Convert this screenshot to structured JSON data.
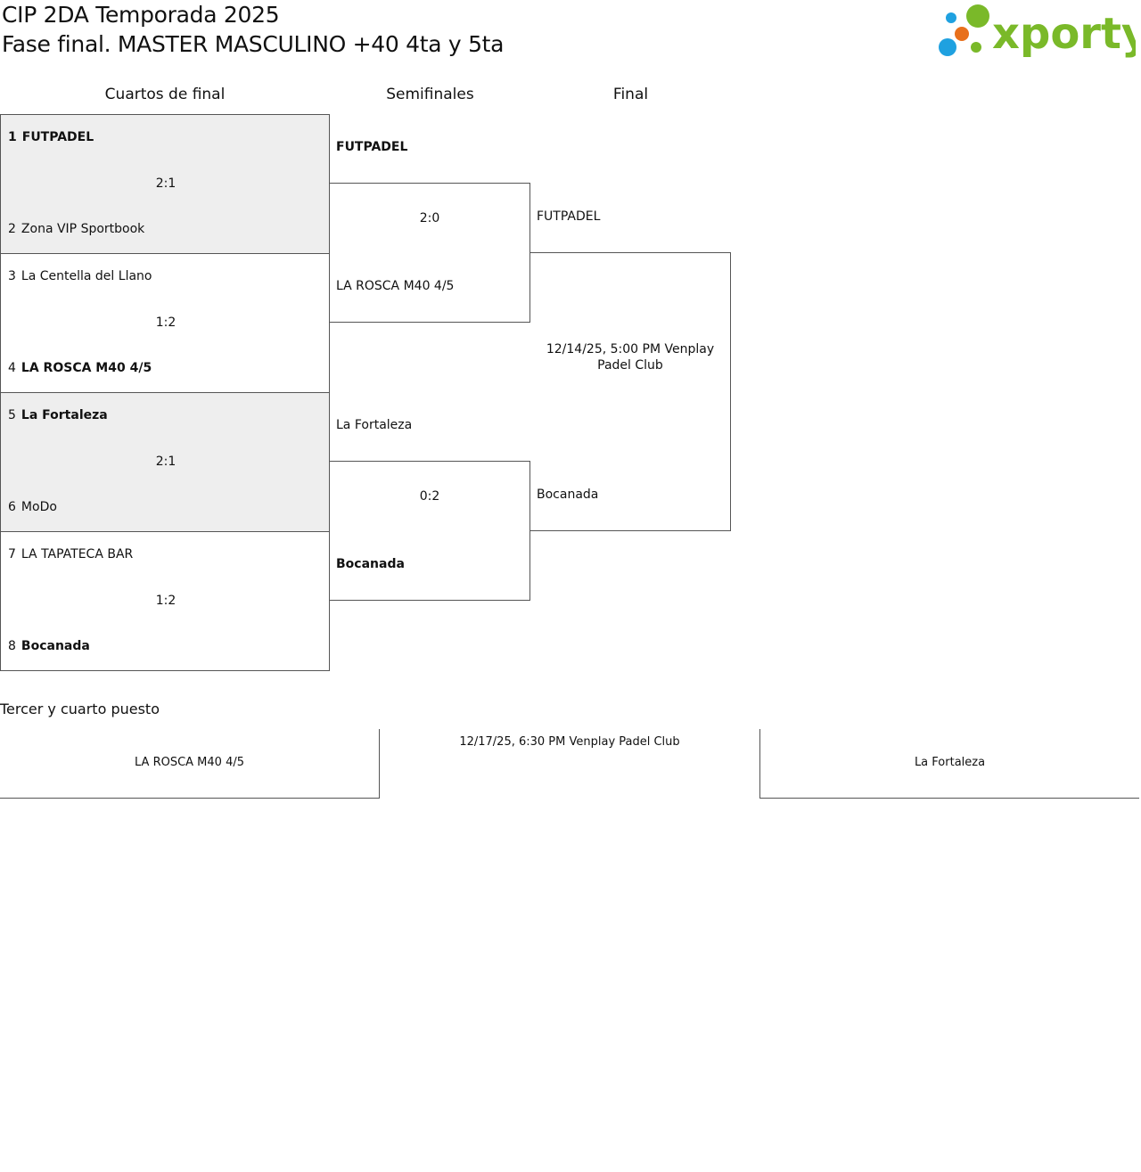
{
  "header": {
    "title_line1": "CIP 2DA Temporada 2025",
    "title_line2": "Fase final. MASTER MASCULINO +40 4ta y 5ta"
  },
  "logo": {
    "text": "xporty",
    "colors": {
      "green": "#7ab929",
      "orange": "#e8701c",
      "blue": "#1fa1e0"
    }
  },
  "rounds": {
    "quarterfinals": "Cuartos de final",
    "semifinals": "Semifinales",
    "final": "Final"
  },
  "quarterfinals": [
    {
      "team1": {
        "seed": "1",
        "name": "FUTPADEL",
        "winner": true
      },
      "team2": {
        "seed": "2",
        "name": "Zona VIP Sportbook",
        "winner": false
      },
      "score": "2:1",
      "shaded": true
    },
    {
      "team1": {
        "seed": "3",
        "name": "La Centella del Llano",
        "winner": false
      },
      "team2": {
        "seed": "4",
        "name": "LA ROSCA M40 4/5",
        "winner": true
      },
      "score": "1:2",
      "shaded": false
    },
    {
      "team1": {
        "seed": "5",
        "name": "La Fortaleza",
        "winner": true
      },
      "team2": {
        "seed": "6",
        "name": "MoDo",
        "winner": false
      },
      "score": "2:1",
      "shaded": true
    },
    {
      "team1": {
        "seed": "7",
        "name": "LA TAPATECA BAR",
        "winner": false
      },
      "team2": {
        "seed": "8",
        "name": "Bocanada",
        "winner": true
      },
      "score": "1:2",
      "shaded": false
    }
  ],
  "semifinals": [
    {
      "team1": "FUTPADEL",
      "team2": "LA ROSCA M40 4/5",
      "score": "2:0"
    },
    {
      "team1": "La Fortaleza",
      "team2": "Bocanada",
      "score": "0:2"
    }
  ],
  "final": {
    "team1": "FUTPADEL",
    "team2": "Bocanada",
    "info": "12/14/25, 5:00 PM Venplay Padel Club"
  },
  "third_place": {
    "title": "Tercer y cuarto puesto",
    "team1": "LA ROSCA M40 4/5",
    "team2": "La Fortaleza",
    "info": "12/17/25, 6:30 PM Venplay Padel Club"
  }
}
